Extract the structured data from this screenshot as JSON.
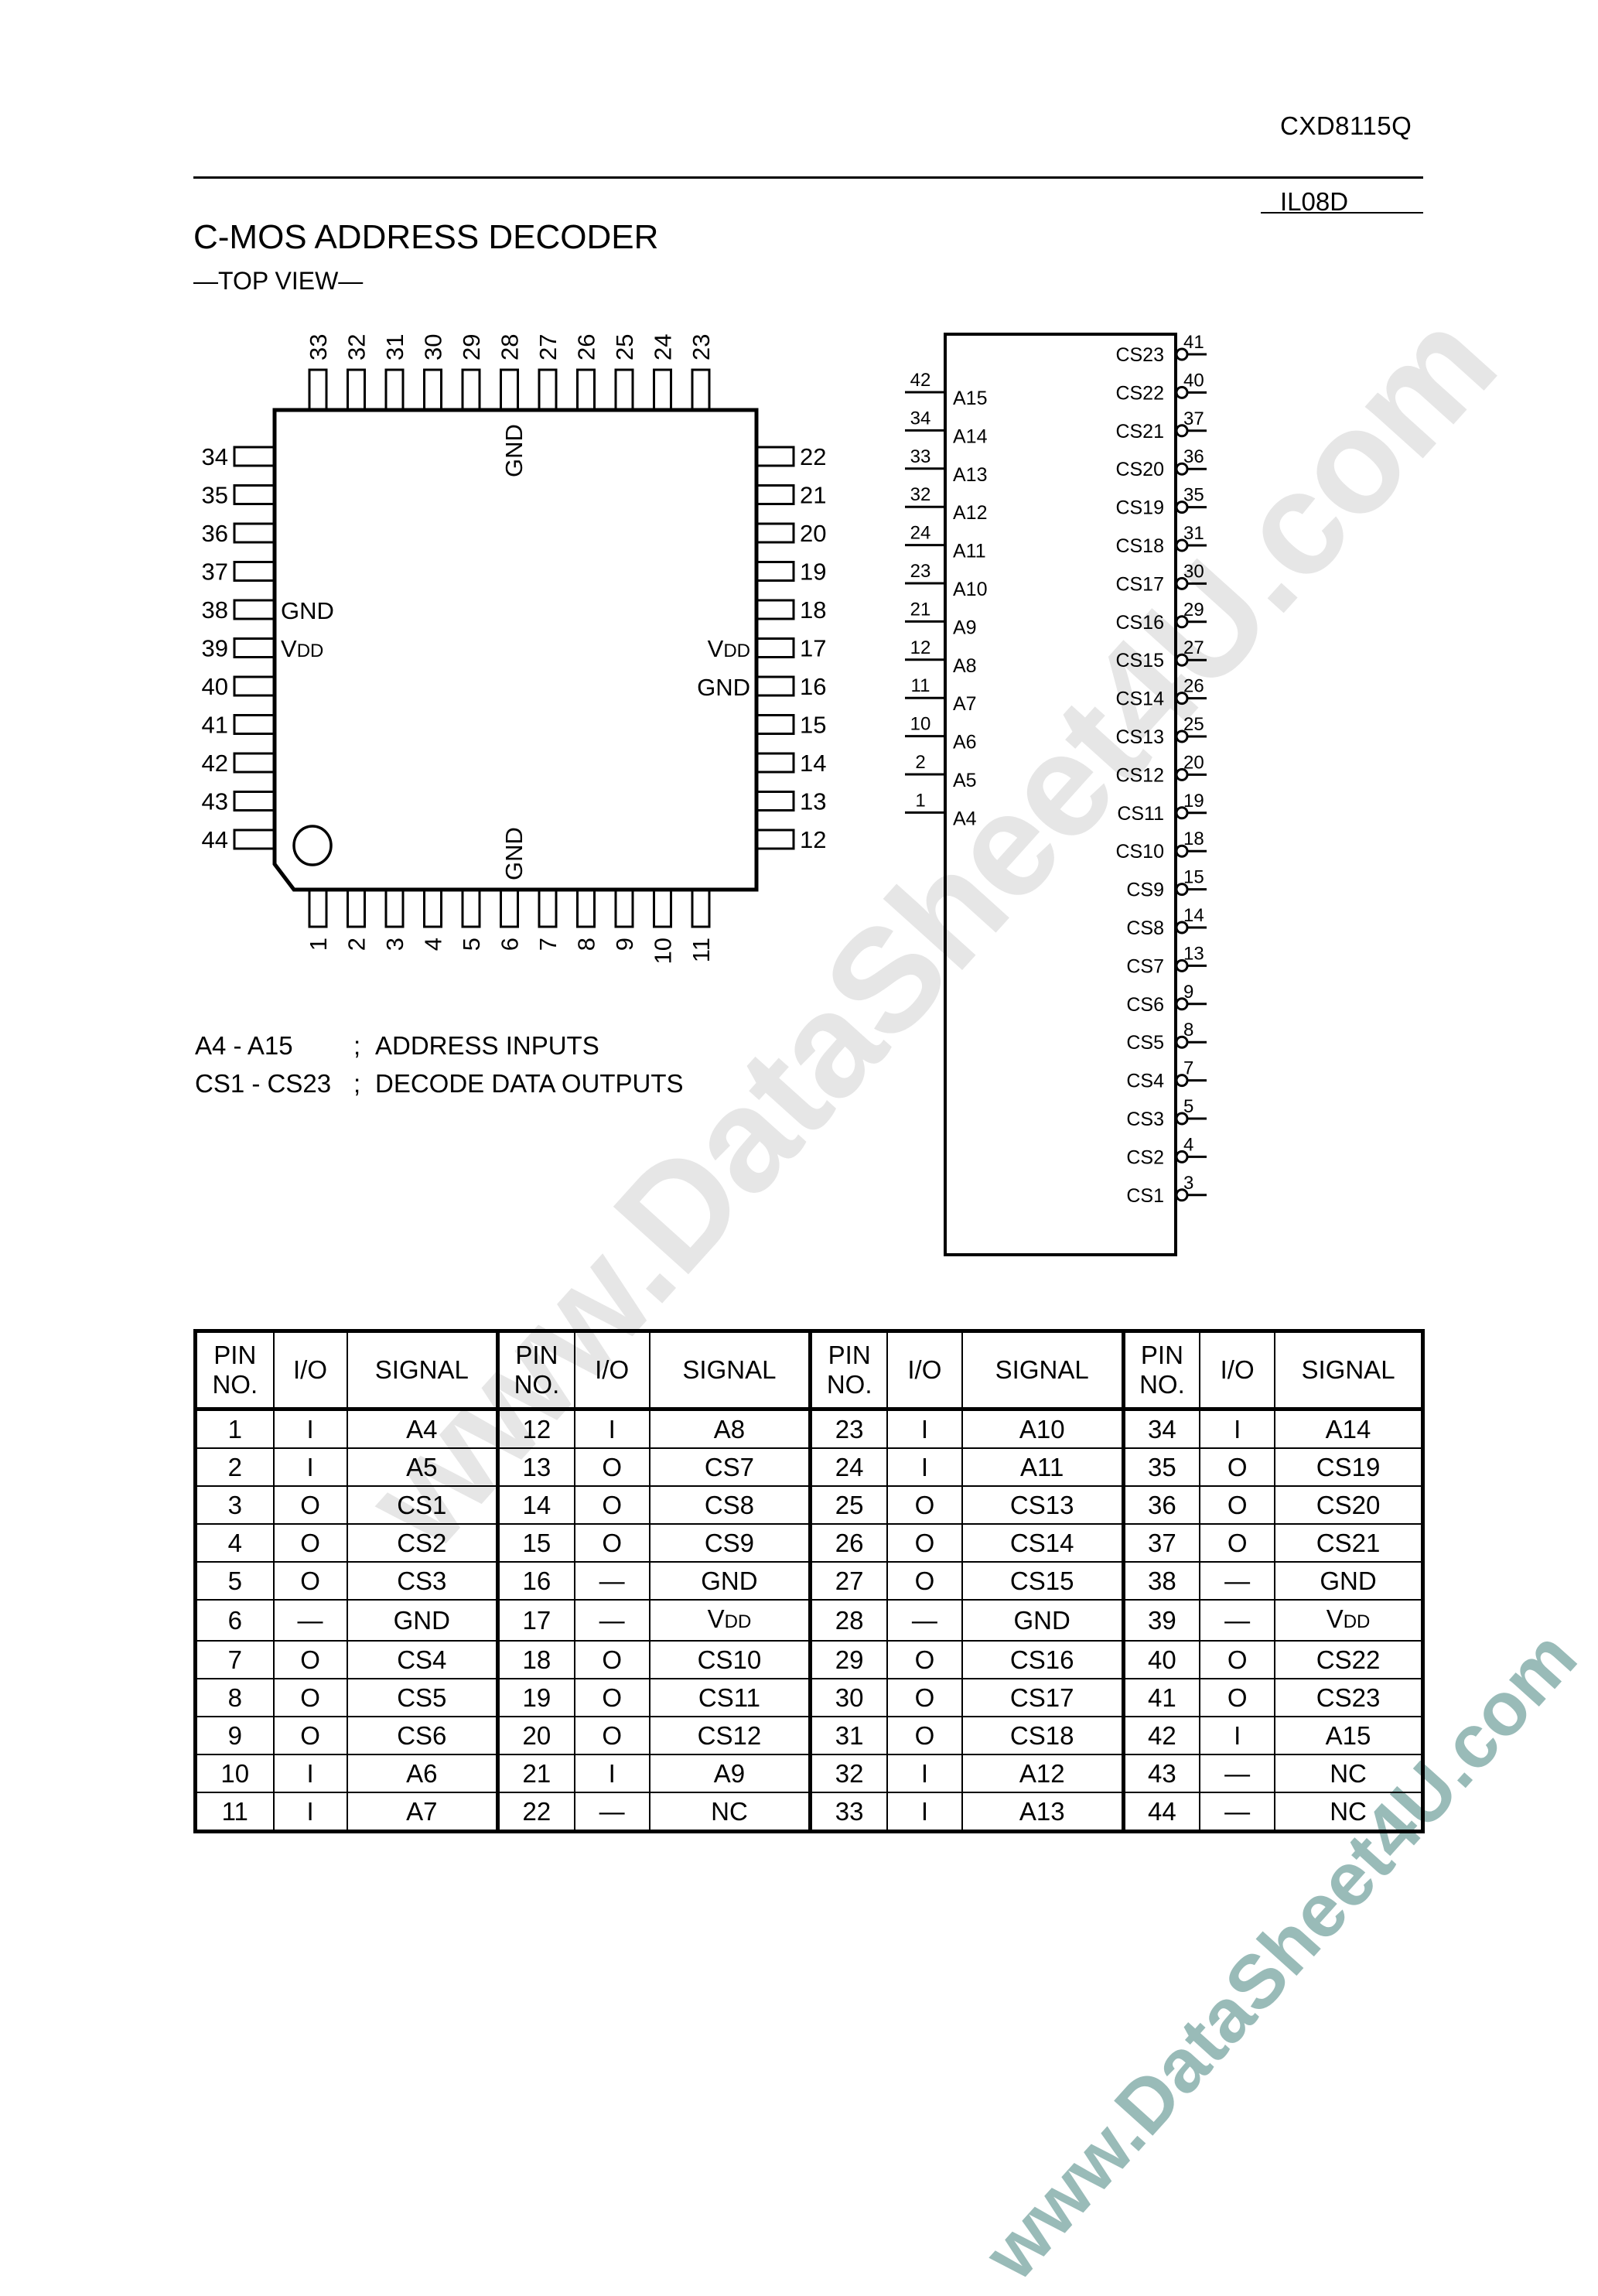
{
  "header": {
    "part_number": "CXD8115Q",
    "doc_code": "IL08D"
  },
  "title": "C-MOS ADDRESS DECODER",
  "subtitle": "—TOP VIEW—",
  "package": {
    "top_pins": [
      "33",
      "32",
      "31",
      "30",
      "29",
      "28",
      "27",
      "26",
      "25",
      "24",
      "23"
    ],
    "left_pins": [
      "34",
      "35",
      "36",
      "37",
      "38",
      "39",
      "40",
      "41",
      "42",
      "43",
      "44"
    ],
    "right_pins": [
      "22",
      "21",
      "20",
      "19",
      "18",
      "17",
      "16",
      "15",
      "14",
      "13",
      "12"
    ],
    "bottom_pins": [
      "1",
      "2",
      "3",
      "4",
      "5",
      "6",
      "7",
      "8",
      "9",
      "10",
      "11"
    ],
    "internal_labels": {
      "top_gnd": "GND",
      "bottom_gnd": "GND",
      "left_gnd": "GND",
      "left_vdd": "V",
      "left_vdd_sub": "DD",
      "right_vdd": "V",
      "right_vdd_sub": "DD",
      "right_gnd": "GND"
    }
  },
  "legend": [
    {
      "key": "A4 - A15",
      "sep": ";",
      "desc": "ADDRESS INPUTS"
    },
    {
      "key": "CS1 - CS23",
      "sep": ";",
      "desc": "DECODE DATA OUTPUTS"
    }
  ],
  "logic_symbol": {
    "inputs": [
      {
        "pin": "42",
        "signal": "A15"
      },
      {
        "pin": "34",
        "signal": "A14"
      },
      {
        "pin": "33",
        "signal": "A13"
      },
      {
        "pin": "32",
        "signal": "A12"
      },
      {
        "pin": "24",
        "signal": "A11"
      },
      {
        "pin": "23",
        "signal": "A10"
      },
      {
        "pin": "21",
        "signal": "A9"
      },
      {
        "pin": "12",
        "signal": "A8"
      },
      {
        "pin": "11",
        "signal": "A7"
      },
      {
        "pin": "10",
        "signal": "A6"
      },
      {
        "pin": "2",
        "signal": "A5"
      },
      {
        "pin": "1",
        "signal": "A4"
      }
    ],
    "outputs": [
      {
        "pin": "41",
        "signal": "CS23"
      },
      {
        "pin": "40",
        "signal": "CS22"
      },
      {
        "pin": "37",
        "signal": "CS21"
      },
      {
        "pin": "36",
        "signal": "CS20"
      },
      {
        "pin": "35",
        "signal": "CS19"
      },
      {
        "pin": "31",
        "signal": "CS18"
      },
      {
        "pin": "30",
        "signal": "CS17"
      },
      {
        "pin": "29",
        "signal": "CS16"
      },
      {
        "pin": "27",
        "signal": "CS15"
      },
      {
        "pin": "26",
        "signal": "CS14"
      },
      {
        "pin": "25",
        "signal": "CS13"
      },
      {
        "pin": "20",
        "signal": "CS12"
      },
      {
        "pin": "19",
        "signal": "CS11"
      },
      {
        "pin": "18",
        "signal": "CS10"
      },
      {
        "pin": "15",
        "signal": "CS9"
      },
      {
        "pin": "14",
        "signal": "CS8"
      },
      {
        "pin": "13",
        "signal": "CS7"
      },
      {
        "pin": "9",
        "signal": "CS6"
      },
      {
        "pin": "8",
        "signal": "CS5"
      },
      {
        "pin": "7",
        "signal": "CS4"
      },
      {
        "pin": "5",
        "signal": "CS3"
      },
      {
        "pin": "4",
        "signal": "CS2"
      },
      {
        "pin": "3",
        "signal": "CS1"
      }
    ]
  },
  "pin_table": {
    "headers": {
      "pin_line1": "PIN",
      "pin_line2": "NO.",
      "io": "I/O",
      "signal": "SIGNAL"
    },
    "rows": [
      [
        [
          "1",
          "I",
          "A4"
        ],
        [
          "12",
          "I",
          "A8"
        ],
        [
          "23",
          "I",
          "A10"
        ],
        [
          "34",
          "I",
          "A14"
        ]
      ],
      [
        [
          "2",
          "I",
          "A5"
        ],
        [
          "13",
          "O",
          "CS7"
        ],
        [
          "24",
          "I",
          "A11"
        ],
        [
          "35",
          "O",
          "CS19"
        ]
      ],
      [
        [
          "3",
          "O",
          "CS1"
        ],
        [
          "14",
          "O",
          "CS8"
        ],
        [
          "25",
          "O",
          "CS13"
        ],
        [
          "36",
          "O",
          "CS20"
        ]
      ],
      [
        [
          "4",
          "O",
          "CS2"
        ],
        [
          "15",
          "O",
          "CS9"
        ],
        [
          "26",
          "O",
          "CS14"
        ],
        [
          "37",
          "O",
          "CS21"
        ]
      ],
      [
        [
          "5",
          "O",
          "CS3"
        ],
        [
          "16",
          "—",
          "GND"
        ],
        [
          "27",
          "O",
          "CS15"
        ],
        [
          "38",
          "—",
          "GND"
        ]
      ],
      [
        [
          "6",
          "—",
          "GND"
        ],
        [
          "17",
          "—",
          "VDD"
        ],
        [
          "28",
          "—",
          "GND"
        ],
        [
          "39",
          "—",
          "VDD"
        ]
      ],
      [
        [
          "7",
          "O",
          "CS4"
        ],
        [
          "18",
          "O",
          "CS10"
        ],
        [
          "29",
          "O",
          "CS16"
        ],
        [
          "40",
          "O",
          "CS22"
        ]
      ],
      [
        [
          "8",
          "O",
          "CS5"
        ],
        [
          "19",
          "O",
          "CS11"
        ],
        [
          "30",
          "O",
          "CS17"
        ],
        [
          "41",
          "O",
          "CS23"
        ]
      ],
      [
        [
          "9",
          "O",
          "CS6"
        ],
        [
          "20",
          "O",
          "CS12"
        ],
        [
          "31",
          "O",
          "CS18"
        ],
        [
          "42",
          "I",
          "A15"
        ]
      ],
      [
        [
          "10",
          "I",
          "A6"
        ],
        [
          "21",
          "I",
          "A9"
        ],
        [
          "32",
          "I",
          "A12"
        ],
        [
          "43",
          "—",
          "NC"
        ]
      ],
      [
        [
          "11",
          "I",
          "A7"
        ],
        [
          "22",
          "—",
          "NC"
        ],
        [
          "33",
          "I",
          "A13"
        ],
        [
          "44",
          "—",
          "NC"
        ]
      ]
    ]
  },
  "watermarks": {
    "center_text": "www.DataSheet4U.com",
    "center_color": "#e6e6e6",
    "corner_text": "www.DataSheet4U.com",
    "corner_color": "#99bbb8"
  }
}
